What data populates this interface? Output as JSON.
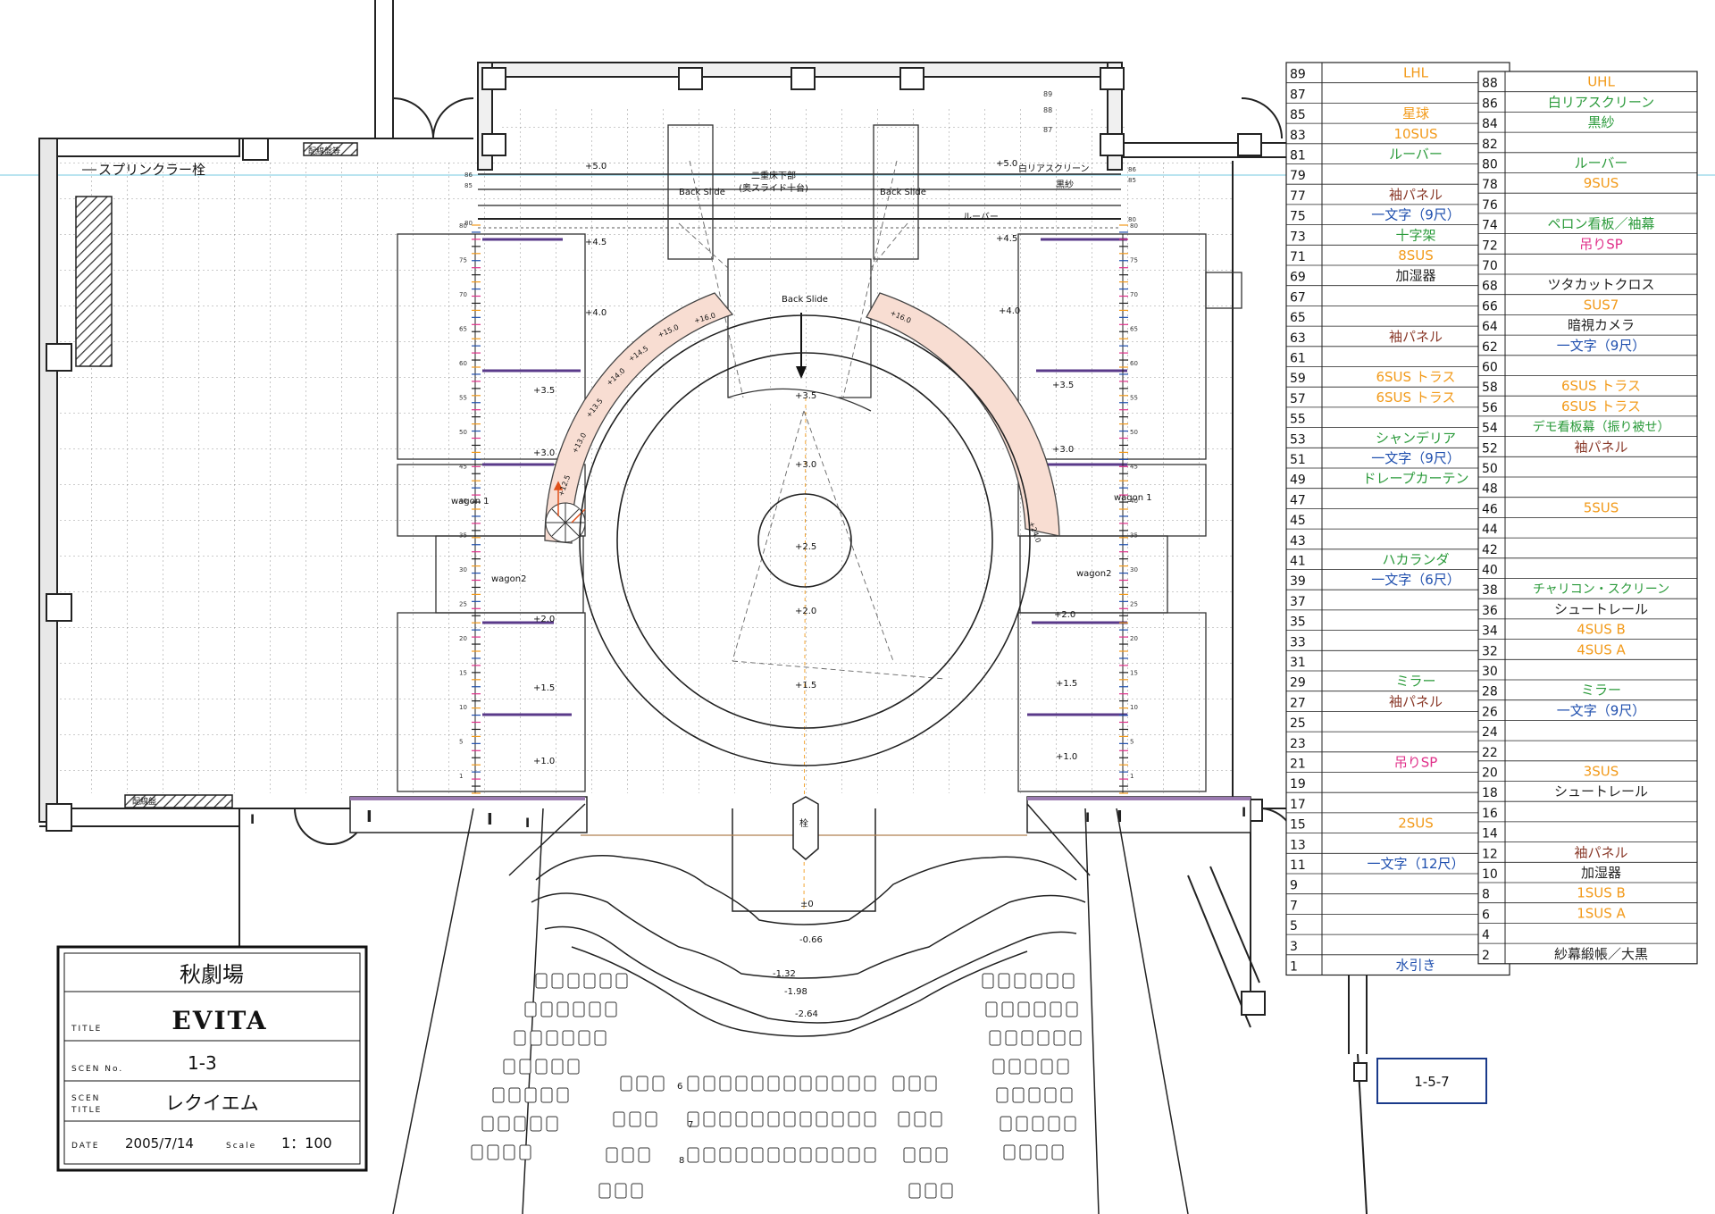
{
  "plan": {
    "labels": {
      "sprinkler": "スプリンクラー栓",
      "panel_top": "配線盤等",
      "panel_bottom": "配線盤",
      "back_slide_left": "Back Slide",
      "back_slide_right": "Back Slide",
      "back_slide_center": "Back Slide",
      "double_stage_a": "二重床下部",
      "double_stage_b": "(奥スライド十台)",
      "white_rear": "白リアスクリーン",
      "black_gauze": "黒紗",
      "louver": "ルーバー",
      "wagon1_left": "wagon 1",
      "wagon1_right": "wagon 1",
      "wagon2_left": "wagon2",
      "wagon2_right": "wagon2",
      "hydrant": "栓"
    },
    "upstage_numbers": [
      "89",
      "88",
      "87"
    ],
    "side_marks": [
      "86",
      "85",
      "80"
    ],
    "center_levels": [
      "+3.5",
      "+3.0",
      "+2.5",
      "+2.0",
      "+1.5",
      "±0",
      "-0.66",
      "-1.32",
      "-1.98",
      "-2.64"
    ],
    "left_levels": [
      "+5.0",
      "+4.5",
      "+4.0",
      "+3.5",
      "+3.0",
      "+2.0",
      "+1.5",
      "+1.0"
    ],
    "right_levels": [
      "+5.0",
      "+4.5",
      "+4.0",
      "+3.5",
      "+3.0",
      "+2.0",
      "+1.5",
      "+1.0"
    ],
    "ramp_levels": [
      "+12.5",
      "+13.0",
      "+13.5",
      "+14.0",
      "+14.5",
      "+15.0",
      "+16.0"
    ],
    "ramp_right_levels": [
      "+16.0",
      "+24.0"
    ],
    "ruler_labels": [
      "80",
      "75",
      "70",
      "65",
      "60",
      "55",
      "50",
      "45",
      "40",
      "35",
      "30",
      "25",
      "20",
      "15",
      "10",
      "5",
      "1"
    ],
    "row_numbers": [
      "6",
      "7",
      "8"
    ]
  },
  "bar_list_left": [
    {
      "no": "89",
      "name": "LHL",
      "color": "#f29a1a"
    },
    {
      "no": "87",
      "name": "",
      "color": "#000000"
    },
    {
      "no": "85",
      "name": "星球",
      "color": "#f29a1a"
    },
    {
      "no": "83",
      "name": "10SUS",
      "color": "#f29a1a"
    },
    {
      "no": "81",
      "name": "ルーバー",
      "color": "#2a9a3a"
    },
    {
      "no": "79",
      "name": "",
      "color": "#000000"
    },
    {
      "no": "77",
      "name": "袖パネル",
      "color": "#8a3a2a"
    },
    {
      "no": "75",
      "name": "一文字（9尺）",
      "color": "#1f4fae"
    },
    {
      "no": "73",
      "name": "十字架",
      "color": "#2a9a3a"
    },
    {
      "no": "71",
      "name": "8SUS",
      "color": "#f29a1a"
    },
    {
      "no": "69",
      "name": "加湿器",
      "color": "#222222"
    },
    {
      "no": "67",
      "name": "",
      "color": "#000000"
    },
    {
      "no": "65",
      "name": "",
      "color": "#000000"
    },
    {
      "no": "63",
      "name": "袖パネル",
      "color": "#8a3a2a"
    },
    {
      "no": "61",
      "name": "",
      "color": "#000000"
    },
    {
      "no": "59",
      "name": "6SUS トラス",
      "color": "#f29a1a"
    },
    {
      "no": "57",
      "name": "6SUS トラス",
      "color": "#f29a1a"
    },
    {
      "no": "55",
      "name": "",
      "color": "#000000"
    },
    {
      "no": "53",
      "name": "シャンデリア",
      "color": "#2a9a3a"
    },
    {
      "no": "51",
      "name": "一文字（9尺）",
      "color": "#1f4fae"
    },
    {
      "no": "49",
      "name": "ドレープカーテン",
      "color": "#2a9a3a"
    },
    {
      "no": "47",
      "name": "",
      "color": "#000000"
    },
    {
      "no": "45",
      "name": "",
      "color": "#000000"
    },
    {
      "no": "43",
      "name": "",
      "color": "#000000"
    },
    {
      "no": "41",
      "name": "ハカランダ",
      "color": "#2a9a3a"
    },
    {
      "no": "39",
      "name": "一文字（6尺）",
      "color": "#1f4fae"
    },
    {
      "no": "37",
      "name": "",
      "color": "#000000"
    },
    {
      "no": "35",
      "name": "",
      "color": "#000000"
    },
    {
      "no": "33",
      "name": "",
      "color": "#000000"
    },
    {
      "no": "31",
      "name": "",
      "color": "#000000"
    },
    {
      "no": "29",
      "name": "ミラー",
      "color": "#2a9a3a"
    },
    {
      "no": "27",
      "name": "袖パネル",
      "color": "#8a3a2a"
    },
    {
      "no": "25",
      "name": "",
      "color": "#000000"
    },
    {
      "no": "23",
      "name": "",
      "color": "#000000"
    },
    {
      "no": "21",
      "name": "吊りSP",
      "color": "#e0308a"
    },
    {
      "no": "19",
      "name": "",
      "color": "#000000"
    },
    {
      "no": "17",
      "name": "",
      "color": "#000000"
    },
    {
      "no": "15",
      "name": "2SUS",
      "color": "#f29a1a"
    },
    {
      "no": "13",
      "name": "",
      "color": "#000000"
    },
    {
      "no": "11",
      "name": "一文字（12尺）",
      "color": "#1f4fae"
    },
    {
      "no": "9",
      "name": "",
      "color": "#000000"
    },
    {
      "no": "7",
      "name": "",
      "color": "#000000"
    },
    {
      "no": "5",
      "name": "",
      "color": "#000000"
    },
    {
      "no": "3",
      "name": "",
      "color": "#000000"
    },
    {
      "no": "1",
      "name": "水引き",
      "color": "#1f4fae"
    }
  ],
  "bar_list_right": [
    {
      "no": "88",
      "name": "UHL",
      "color": "#f29a1a"
    },
    {
      "no": "86",
      "name": "白リアスクリーン",
      "color": "#2a9a3a"
    },
    {
      "no": "84",
      "name": "黒紗",
      "color": "#2a9a3a"
    },
    {
      "no": "82",
      "name": "",
      "color": "#000000"
    },
    {
      "no": "80",
      "name": "ルーバー",
      "color": "#2a9a3a"
    },
    {
      "no": "78",
      "name": "9SUS",
      "color": "#f29a1a"
    },
    {
      "no": "76",
      "name": "",
      "color": "#000000"
    },
    {
      "no": "74",
      "name": "ペロン看板／袖幕",
      "color": "#2a9a3a"
    },
    {
      "no": "72",
      "name": "吊りSP",
      "color": "#e0308a"
    },
    {
      "no": "70",
      "name": "",
      "color": "#000000"
    },
    {
      "no": "68",
      "name": "ツタカットクロス",
      "color": "#222222"
    },
    {
      "no": "66",
      "name": "SUS7",
      "color": "#f29a1a"
    },
    {
      "no": "64",
      "name": "暗視カメラ",
      "color": "#222222"
    },
    {
      "no": "62",
      "name": "一文字（9尺）",
      "color": "#1f4fae"
    },
    {
      "no": "60",
      "name": "",
      "color": "#000000"
    },
    {
      "no": "58",
      "name": "6SUS トラス",
      "color": "#f29a1a"
    },
    {
      "no": "56",
      "name": "6SUS トラス",
      "color": "#f29a1a"
    },
    {
      "no": "54",
      "name": "デモ看板幕（振り被せ）",
      "color": "#2a9a3a"
    },
    {
      "no": "52",
      "name": "袖パネル",
      "color": "#8a3a2a"
    },
    {
      "no": "50",
      "name": "",
      "color": "#000000"
    },
    {
      "no": "48",
      "name": "",
      "color": "#000000"
    },
    {
      "no": "46",
      "name": "5SUS",
      "color": "#f29a1a"
    },
    {
      "no": "44",
      "name": "",
      "color": "#000000"
    },
    {
      "no": "42",
      "name": "",
      "color": "#000000"
    },
    {
      "no": "40",
      "name": "",
      "color": "#000000"
    },
    {
      "no": "38",
      "name": "チャリコン・スクリーン",
      "color": "#2a9a3a"
    },
    {
      "no": "36",
      "name": "シュートレール",
      "color": "#222222"
    },
    {
      "no": "34",
      "name": "4SUS B",
      "color": "#f29a1a"
    },
    {
      "no": "32",
      "name": "4SUS A",
      "color": "#f29a1a"
    },
    {
      "no": "30",
      "name": "",
      "color": "#000000"
    },
    {
      "no": "28",
      "name": "ミラー",
      "color": "#2a9a3a"
    },
    {
      "no": "26",
      "name": "一文字（9尺）",
      "color": "#1f4fae"
    },
    {
      "no": "24",
      "name": "",
      "color": "#000000"
    },
    {
      "no": "22",
      "name": "",
      "color": "#000000"
    },
    {
      "no": "20",
      "name": "3SUS",
      "color": "#f29a1a"
    },
    {
      "no": "18",
      "name": "シュートレール",
      "color": "#222222"
    },
    {
      "no": "16",
      "name": "",
      "color": "#000000"
    },
    {
      "no": "14",
      "name": "",
      "color": "#000000"
    },
    {
      "no": "12",
      "name": "袖パネル",
      "color": "#8a3a2a"
    },
    {
      "no": "10",
      "name": "加湿器",
      "color": "#222222"
    },
    {
      "no": "8",
      "name": "1SUS B",
      "color": "#f29a1a"
    },
    {
      "no": "6",
      "name": "1SUS A",
      "color": "#f29a1a"
    },
    {
      "no": "4",
      "name": "",
      "color": "#000000"
    },
    {
      "no": "2",
      "name": "紗幕緞帳／大黒",
      "color": "#222222"
    }
  ],
  "title_block": {
    "venue": "秋劇場",
    "title_label": "TITLE",
    "title": "EVITA",
    "scene_no_label": "SCEN No.",
    "scene_no": "1-3",
    "scene_title_label_1": "SCEN",
    "scene_title_label_2": "TITLE",
    "scene_title": "レクイエム",
    "date_label": "DATE",
    "date": "2005/7/14",
    "scale_label": "Scale",
    "scale": "1：100"
  },
  "sheet_id": "1-5-7"
}
